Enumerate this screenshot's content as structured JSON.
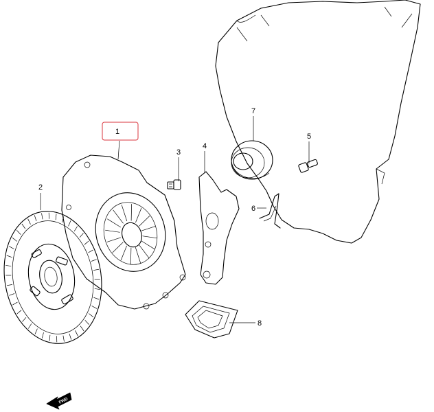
{
  "callouts": [
    {
      "id": "1",
      "text": "1",
      "highlighted": true
    },
    {
      "id": "2",
      "text": "2"
    },
    {
      "id": "3",
      "text": "3"
    },
    {
      "id": "4",
      "text": "4"
    },
    {
      "id": "5",
      "text": "5"
    },
    {
      "id": "6",
      "text": "6"
    },
    {
      "id": "7",
      "text": "7"
    },
    {
      "id": "8",
      "text": "8"
    }
  ],
  "forward_arrow": {
    "label": "FWD"
  },
  "colors": {
    "line": "#000000",
    "highlight": "#d9363e",
    "background": "#ffffff"
  }
}
